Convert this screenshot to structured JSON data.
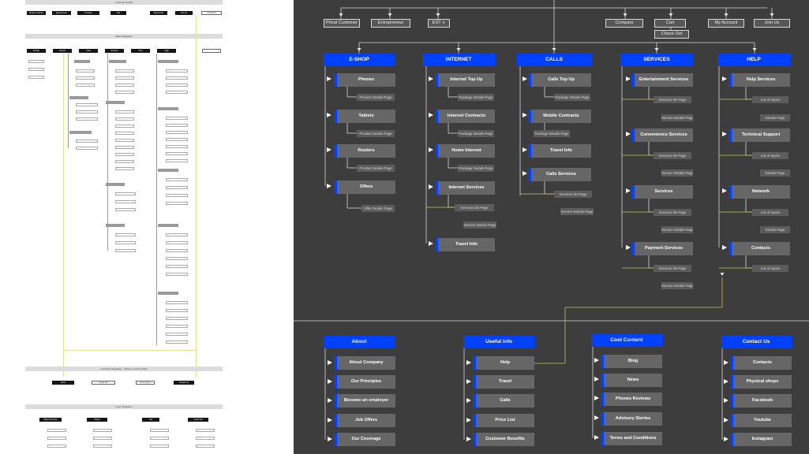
{
  "overview": {
    "band_top": "Universal Header",
    "header_items": [
      "Private Customer",
      "Entrepreneur",
      "Compare",
      "Cart",
      "My Account",
      "Join Us"
    ],
    "header_extra": "Check Out",
    "band_main": "Main Navigation",
    "menu": [
      "E-Shop",
      "Internet",
      "Calls",
      "Services",
      "Help",
      "Login"
    ],
    "band_footer": "Universal Navigation - Bottom of every Page",
    "footer_items": [
      "About",
      "Useful Info",
      "Cool Content",
      "Contact Us"
    ],
    "band_user": "User Navigation",
    "user_items": [
      "Menu Overview",
      "Orders",
      "Cart",
      "Check Out"
    ]
  },
  "top_nav": {
    "private_customer": "Privat Customer",
    "entrepreneur": "Entrepreneur",
    "language": "EST ∨",
    "compare": "Compare",
    "cart": "Cart",
    "my_account": "My Account",
    "join_us": "Join Us",
    "check_out": "Check Out"
  },
  "menu": [
    {
      "header": "E-SHOP",
      "items": [
        {
          "label": "Phones",
          "sub": [
            "Product Details Page"
          ]
        },
        {
          "label": "Tablets",
          "sub": [
            "Product Details Page"
          ]
        },
        {
          "label": "Routers",
          "sub": [
            "Product Details Page"
          ]
        },
        {
          "label": "Offers",
          "sub": [
            "Offer Details Page"
          ]
        }
      ]
    },
    {
      "header": "INTERNET",
      "items": [
        {
          "label": "Internet Top Up",
          "sub": [
            "Package Details Page"
          ]
        },
        {
          "label": "Internet Contracts",
          "sub": [
            "Package Details Page"
          ]
        },
        {
          "label": "Home Internet",
          "sub": [
            "Package Details Page"
          ]
        },
        {
          "label": "Internet Services",
          "sub": [
            "Services list Page",
            "Service Details Page"
          ]
        },
        {
          "label": "Travel Info",
          "sub": []
        }
      ]
    },
    {
      "header": "CALLS",
      "items": [
        {
          "label": "Calls Top Up",
          "sub": [
            "Package Details Page"
          ]
        },
        {
          "label": "Mobile Contracts",
          "sub": [
            "Package Details Page"
          ]
        },
        {
          "label": "Travel Info",
          "sub": []
        },
        {
          "label": "Calls Services",
          "sub": [
            "Services list Page",
            "Service Details Page"
          ]
        }
      ]
    },
    {
      "header": "SERVICES",
      "items": [
        {
          "label": "Entertainment Services",
          "sub": [
            "Services list Page",
            "Service Details Page"
          ]
        },
        {
          "label": "Convenience Services",
          "sub": [
            "Services list Page",
            "Service Details Page"
          ]
        },
        {
          "label": "Services",
          "sub": [
            "Services list Page",
            "Service Details Page"
          ]
        },
        {
          "label": "Payment Services",
          "sub": [
            "Services list Page",
            "Service Details Page"
          ]
        }
      ]
    },
    {
      "header": "HELP",
      "items": [
        {
          "label": "Help Services",
          "sub": [
            "List of topics",
            "Details Page"
          ]
        },
        {
          "label": "Technical Support",
          "sub": [
            "List of topics",
            "Details Page"
          ]
        },
        {
          "label": "Network",
          "sub": [
            "List of topics",
            "Details Page"
          ]
        },
        {
          "label": "Contacts",
          "sub": [
            "List of topics"
          ]
        }
      ]
    }
  ],
  "footer": [
    {
      "header": "About",
      "items": [
        "About Company",
        "Our Principles",
        "Become an employer",
        "Job Offers",
        "Our Coverage"
      ]
    },
    {
      "header": "Useful Info",
      "items": [
        "Help",
        "Travel",
        "Calls",
        "Price List",
        "Customer Benefits"
      ]
    },
    {
      "header": "Cool Content",
      "items": [
        "Blog",
        "News",
        "Phones Reviews",
        "Advisory Stories",
        "Terms and Conditions"
      ]
    },
    {
      "header": "Contact Us",
      "items": [
        "Contacts",
        "Physical shops",
        "Facebook",
        "Youtube",
        "Instagram"
      ]
    }
  ],
  "colors": {
    "accent": "#0040ff",
    "background": "#3d3d3d",
    "connector": "#c8c44c"
  }
}
